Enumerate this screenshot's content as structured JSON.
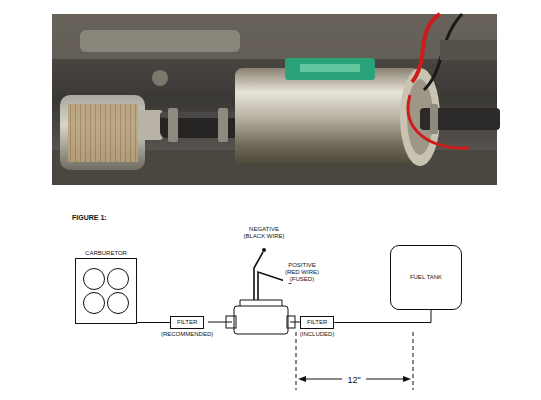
{
  "diagram": {
    "title": "FIGURE 1:",
    "nodes": [
      {
        "text": [
          "CARBURETOR"
        ]
      },
      {
        "text": [
          "FILTER",
          "(RECOMMENDED)"
        ]
      },
      {
        "text": [
          "FILTER",
          "(INCLUDED)"
        ]
      },
      {
        "text": [
          "FUEL TANK"
        ]
      }
    ],
    "edges": [
      {
        "from": 0,
        "to": 1,
        "arrow": "none"
      },
      {
        "from": 2,
        "to": 3,
        "arrow": "none"
      }
    ],
    "labels": [
      "NEGATIVE (BLACK WIRE)",
      "POSITIVE (RED WIRE) (FUSED)",
      "12\""
    ]
  }
}
